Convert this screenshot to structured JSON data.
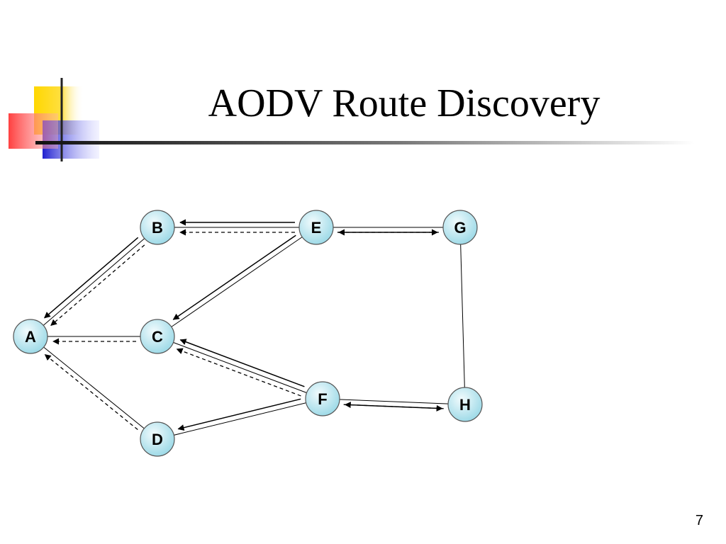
{
  "slide": {
    "title": "AODV Route Discovery",
    "page_number": "7"
  },
  "colors": {
    "node_fill_center": "#f2fbfd",
    "node_fill_edge": "#99d8e6",
    "node_stroke": "#555555",
    "deco_yellow": "#ffd700",
    "deco_red": "#ff4040",
    "deco_blue": "#2020d0"
  },
  "diagram": {
    "nodes": [
      {
        "id": "A",
        "label": "A"
      },
      {
        "id": "B",
        "label": "B"
      },
      {
        "id": "C",
        "label": "C"
      },
      {
        "id": "D",
        "label": "D"
      },
      {
        "id": "E",
        "label": "E"
      },
      {
        "id": "F",
        "label": "F"
      },
      {
        "id": "G",
        "label": "G"
      },
      {
        "id": "H",
        "label": "H"
      }
    ],
    "links": [
      [
        "A",
        "B"
      ],
      [
        "A",
        "C"
      ],
      [
        "A",
        "D"
      ],
      [
        "B",
        "E"
      ],
      [
        "E",
        "C"
      ],
      [
        "E",
        "G"
      ],
      [
        "C",
        "F"
      ],
      [
        "D",
        "F"
      ],
      [
        "F",
        "H"
      ],
      [
        "G",
        "H"
      ]
    ],
    "request_arrows": [
      [
        "B",
        "A"
      ],
      [
        "E",
        "B"
      ],
      [
        "E",
        "G"
      ],
      [
        "E",
        "C"
      ],
      [
        "F",
        "C"
      ],
      [
        "F",
        "D"
      ],
      [
        "F",
        "H"
      ]
    ],
    "reply_arrows": [
      [
        "B",
        "A"
      ],
      [
        "C",
        "A"
      ],
      [
        "D",
        "A"
      ],
      [
        "E",
        "B"
      ],
      [
        "G",
        "E"
      ],
      [
        "F",
        "C"
      ],
      [
        "H",
        "F"
      ]
    ]
  }
}
